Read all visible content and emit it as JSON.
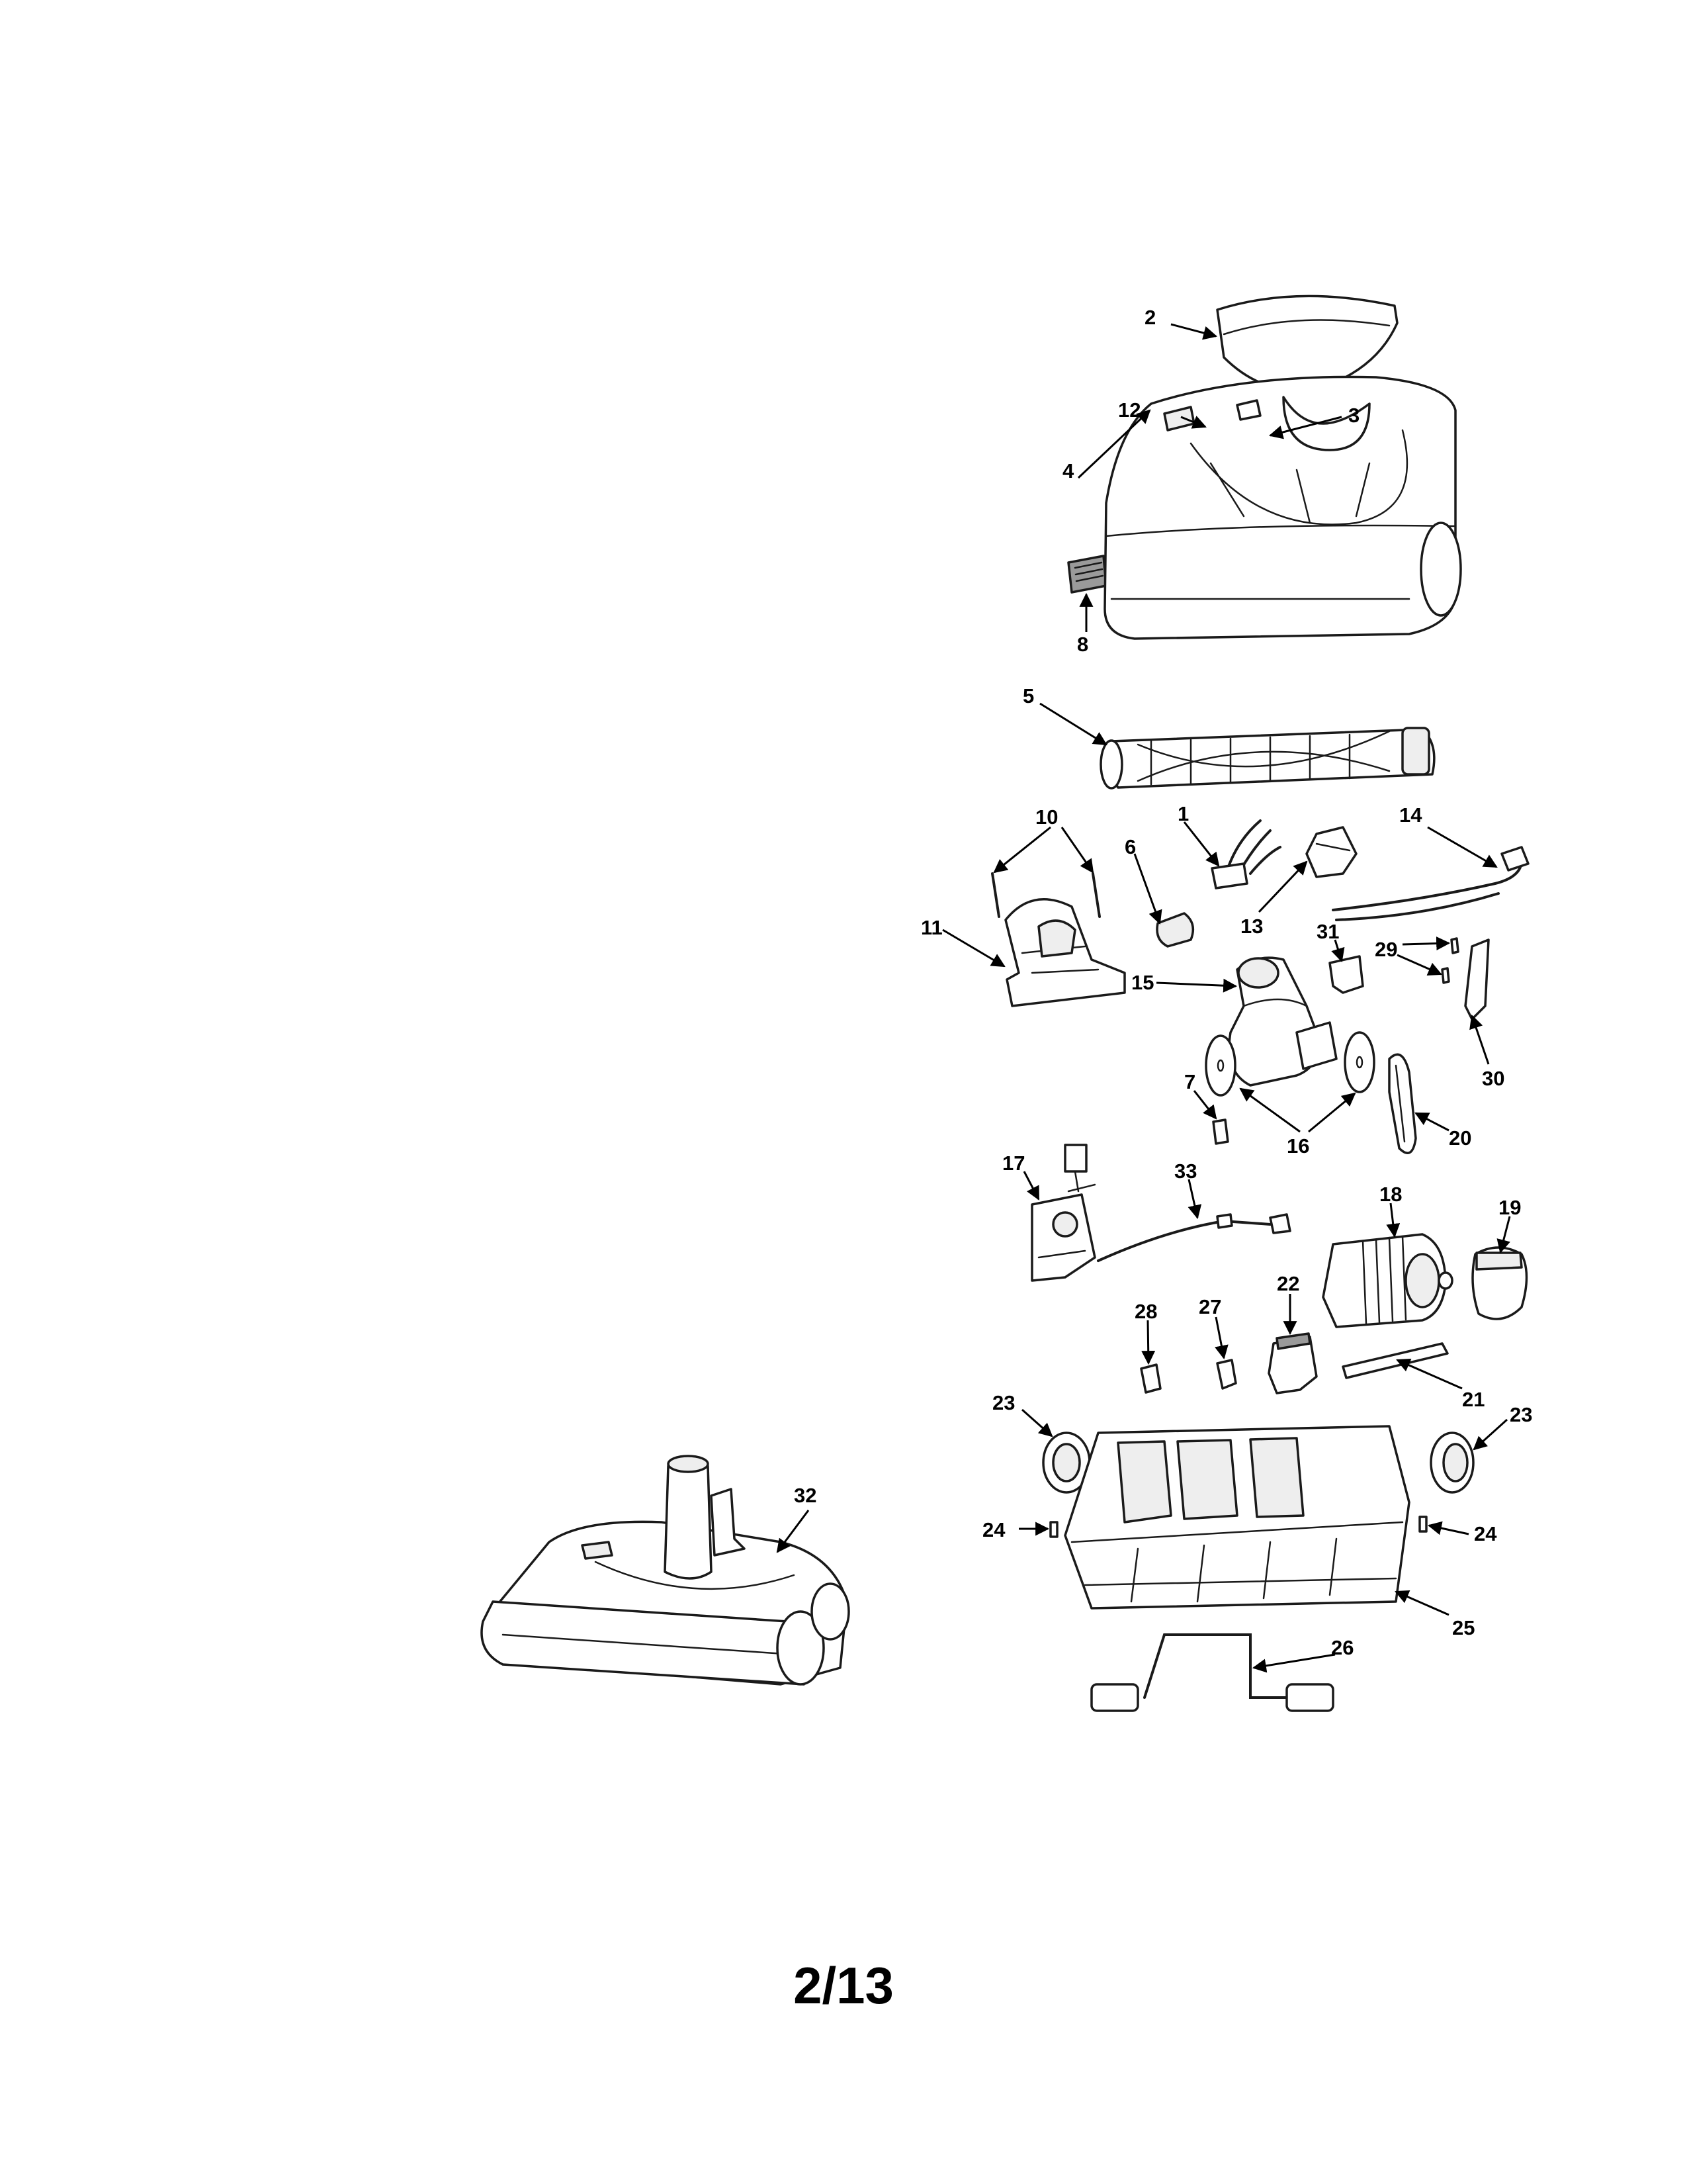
{
  "page": {
    "number": "2/13"
  },
  "callouts": {
    "c1": "1",
    "c2": "2",
    "c3": "3",
    "c4": "4",
    "c5": "5",
    "c6": "6",
    "c7": "7",
    "c8": "8",
    "c10": "10",
    "c11": "11",
    "c12": "12",
    "c13": "13",
    "c14": "14",
    "c15": "15",
    "c16": "16",
    "c17": "17",
    "c18": "18",
    "c19": "19",
    "c20": "20",
    "c21": "21",
    "c22": "22",
    "c23a": "23",
    "c23b": "23",
    "c24a": "24",
    "c24b": "24",
    "c25": "25",
    "c26": "26",
    "c27": "27",
    "c28": "28",
    "c29": "29",
    "c30": "30",
    "c31": "31",
    "c32": "32",
    "c33": "33"
  }
}
